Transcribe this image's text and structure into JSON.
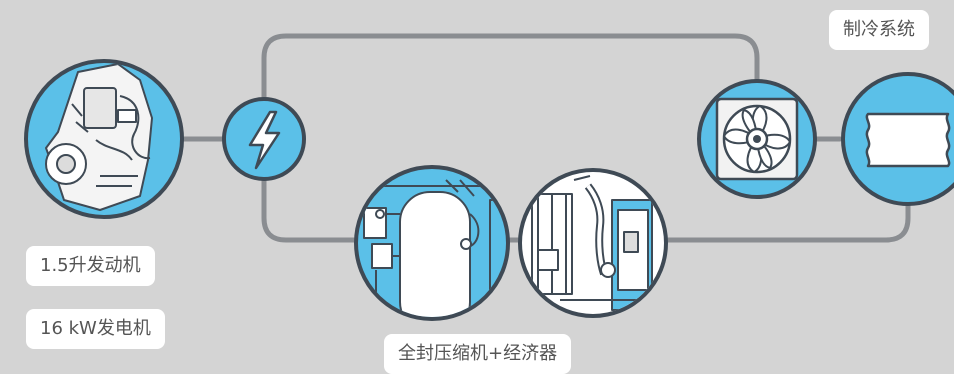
{
  "labels": {
    "engine": "1.5升发动机",
    "generator": "16 kW发电机",
    "compressor": "全封压缩机+经济器",
    "refrigeration": "制冷系统"
  },
  "icons": {
    "engine": "engine-icon",
    "power": "lightning-bolt-icon",
    "compressor": "compressor-icon",
    "economizer": "economizer-icon",
    "fan": "fan-icon",
    "coil": "coil-icon"
  },
  "colors": {
    "background": "#d4d4d4",
    "accent_blue": "#5bc0e8",
    "outline": "#3f4a55",
    "connector": "#8a8d91",
    "label_bg": "#ffffff",
    "label_text": "#555555"
  }
}
